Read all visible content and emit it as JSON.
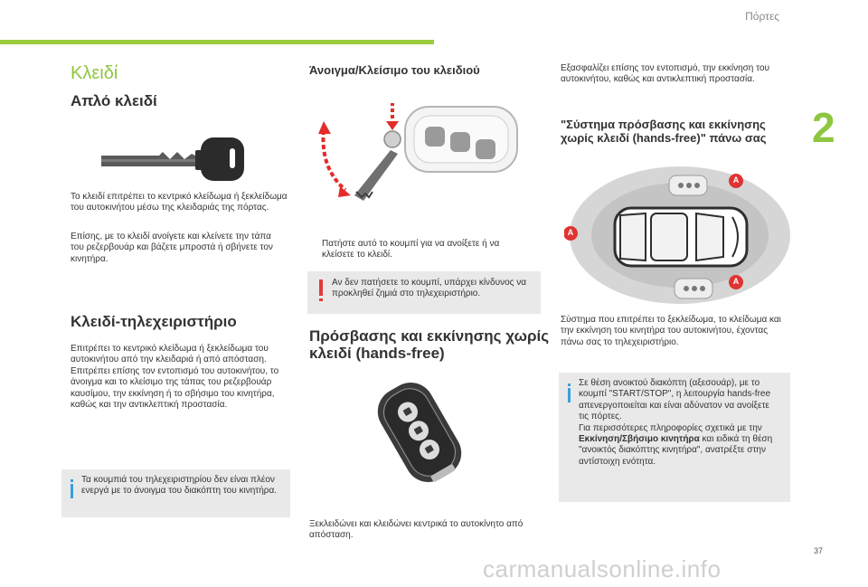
{
  "header": {
    "section": "Πόρτες",
    "chapter": "2",
    "page": "37"
  },
  "col1": {
    "title": "Κλειδί",
    "simple_key": {
      "heading": "Απλό κλειδί",
      "p1": [
        "Το κλειδί επιτρέπει το κεντρικό κλείδωμα ή ξεκλείδωμα",
        "του αυτοκινήτου μέσω της κλειδαριάς της πόρτας."
      ],
      "p2": [
        "Επίσης, με το κλειδί ανοίγετε και κλείνετε την τάπα",
        "του ρεζερβουάρ και βάζετε μπροστά ή σβήνετε τον",
        "κινητήρα."
      ]
    },
    "remote": {
      "heading": "Κλειδί-τηλεχειριστήριο",
      "p": [
        "Επιτρέπει το κεντρικό κλείδωμα ή ξεκλείδωμα του",
        "αυτοκινήτου από την κλειδαριά ή από απόσταση.",
        "Επιτρέπει επίσης τον εντοπισμό του αυτοκινήτου, το",
        "άνοιγμα και το κλείσιμο της τάπας του ρεζερβουάρ",
        "καυσίμου, την εκκίνηση ή το σβήσιμο του κινητήρα,",
        "καθώς και την αντικλεπτική προστασία."
      ]
    },
    "info": [
      "Τα κουμπιά του τηλεχειριστηρίου δεν είναι πλέον",
      "ενεργά με το άνοιγμα του διακόπτη του κινητήρα."
    ]
  },
  "col2": {
    "heading": "Άνοιγμα/Κλείσιμο του κλειδιού",
    "bullet": [
      "Πατήστε αυτό το κουμπί για να ανοίξετε ή να",
      "κλείσετε το κλειδί."
    ],
    "bullet_marker": "",
    "warning": [
      "Αν δεν πατήσετε το κουμπί, υπάρχει κίνδυνος να",
      "προκληθεί ζημιά στο τηλεχειριστήριο."
    ],
    "hf_heading": [
      "Πρόσβασης και εκκίνησης χωρίς",
      "κλειδί (hands-free)"
    ],
    "hf_text": [
      "Ξεκλειδώνει και κλειδώνει κεντρικά το αυτοκίνητο από",
      "απόσταση."
    ]
  },
  "col3": {
    "p_top": [
      "Εξασφαλίζει επίσης τον εντοπισμό, την εκκίνηση του",
      "αυτοκινήτου, καθώς και αντικλεπτική προστασία."
    ],
    "heading": [
      "\"Σύστημα πρόσβασης και εκκίνησης",
      "χωρίς κλειδί (hands-free)\" πάνω σας"
    ],
    "zone_label": "A",
    "p": [
      "Σύστημα που επιτρέπει το ξεκλείδωμα, το κλείδωμα και",
      "την εκκίνηση του κινητήρα του αυτοκινήτου, έχοντας",
      "πάνω σας το τηλεχειριστήριο."
    ],
    "info": [
      "Σε θέση ανοικτού διακόπτη (αξεσουάρ), με το",
      "κουμπί \"START/STOP\", η λειτουργία hands-free",
      "απενεργοποιείται και είναι αδύνατον να ανοίξετε",
      "τις πόρτες.",
      "Για περισσότερες πληροφορίες σχετικά με την"
    ],
    "info_bold": "Εκκίνηση/Σβήσιμο κινητήρα",
    "info_after_bold": " και ειδικά τη θέση",
    "info_end": [
      "\"ανοικτός διακόπτης κινητήρα\", ανατρέξτε στην",
      "αντίστοιχη ενότητα."
    ]
  },
  "watermark": "carmanualsonline.info"
}
